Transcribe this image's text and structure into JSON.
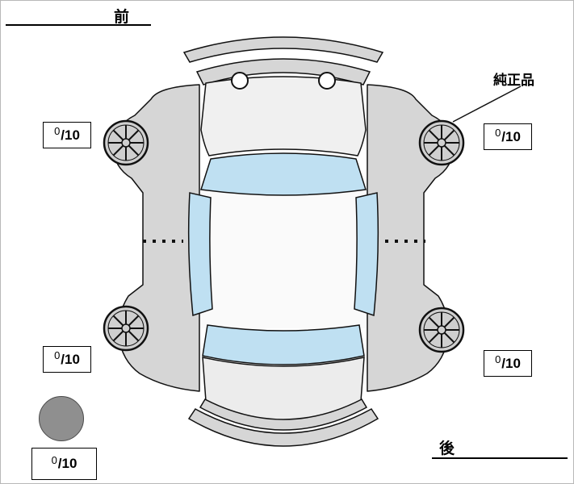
{
  "diagram": {
    "title": "vehicle-condition-top-view",
    "front_label": "前",
    "rear_label": "後",
    "genuine_label": "純正品",
    "scores": {
      "front_left": {
        "value": "0",
        "scale": "/10"
      },
      "front_right": {
        "value": "0",
        "scale": "/10"
      },
      "rear_left": {
        "value": "0",
        "scale": "/10"
      },
      "rear_right": {
        "value": "0",
        "scale": "/10"
      },
      "spare": {
        "value": "0",
        "scale": "/10"
      }
    },
    "colors": {
      "body_gray": "#d6d6d6",
      "panel_light": "#f0f0f0",
      "window_blue": "#bfe0f2",
      "wheel_gray": "#cfcfcf",
      "spare_gray": "#8f8f8f",
      "outline": "#111111"
    }
  }
}
